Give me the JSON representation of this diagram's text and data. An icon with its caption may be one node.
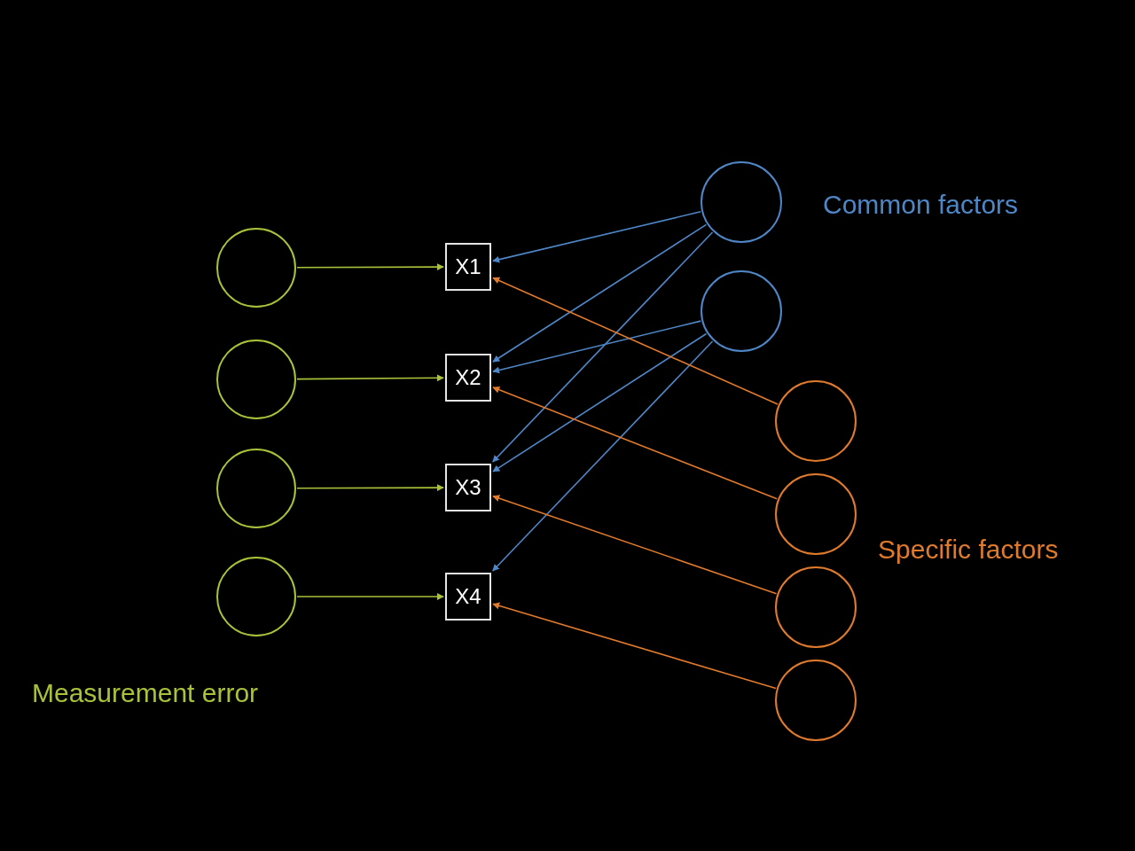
{
  "diagram": {
    "nodes": [
      {
        "text": [],
        "shape": "circle"
      },
      {
        "text": [],
        "shape": "circle"
      },
      {
        "text": [],
        "shape": "circle"
      },
      {
        "text": [],
        "shape": "circle"
      },
      {
        "text": [
          "X1"
        ]
      },
      {
        "text": [
          "X2"
        ]
      },
      {
        "text": [
          "X3"
        ]
      },
      {
        "text": [
          "X4"
        ]
      },
      {
        "text": [],
        "shape": "circle"
      },
      {
        "text": [],
        "shape": "circle"
      },
      {
        "text": [],
        "shape": "circle"
      },
      {
        "text": [],
        "shape": "circle"
      },
      {
        "text": [],
        "shape": "circle"
      },
      {
        "text": [],
        "shape": "circle"
      }
    ],
    "edges": [
      {
        "from": 0,
        "to": 4,
        "arrow": "to",
        "color": "#a8c23a"
      },
      {
        "from": 1,
        "to": 5,
        "arrow": "to",
        "color": "#a8c23a"
      },
      {
        "from": 2,
        "to": 6,
        "arrow": "to",
        "color": "#a8c23a"
      },
      {
        "from": 3,
        "to": 7,
        "arrow": "to",
        "color": "#a8c23a"
      },
      {
        "from": 8,
        "to": 4,
        "arrow": "to"
      },
      {
        "from": 8,
        "to": 5,
        "arrow": "to"
      },
      {
        "from": 8,
        "to": 6,
        "arrow": "to"
      },
      {
        "from": 9,
        "to": 5,
        "arrow": "to"
      },
      {
        "from": 9,
        "to": 6,
        "arrow": "to"
      },
      {
        "from": 9,
        "to": 7,
        "arrow": "to"
      },
      {
        "from": 10,
        "to": 4,
        "arrow": "to",
        "color": "#e07a2c"
      },
      {
        "from": 11,
        "to": 5,
        "arrow": "to",
        "color": "#e07a2c"
      },
      {
        "from": 12,
        "to": 6,
        "arrow": "to",
        "color": "#e07a2c"
      },
      {
        "from": 13,
        "to": 7,
        "arrow": "to",
        "color": "#e07a2c"
      }
    ],
    "labels": [
      "Common factors",
      "Specific factors",
      "Measurement error"
    ]
  }
}
